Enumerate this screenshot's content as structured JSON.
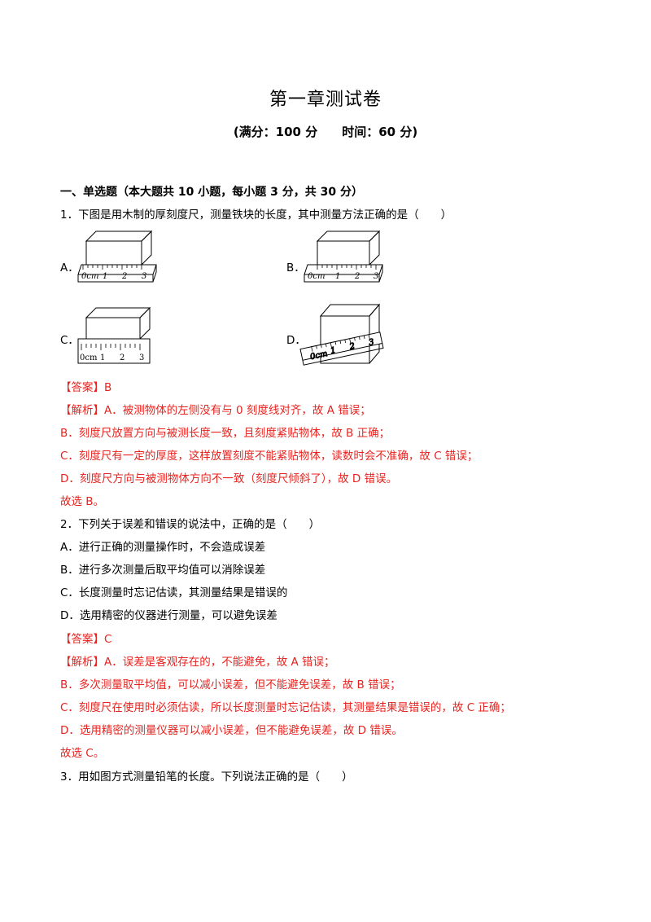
{
  "header": {
    "title": "第一章测试卷",
    "subtitle_score": "(满分：100 分",
    "subtitle_time": "时间：60 分)"
  },
  "section": {
    "title": "一、单选题（本大题共 10 小题，每小题 3 分，共 30 分）"
  },
  "q1": {
    "stem": "1．下图是用木制的厚刻度尺，测量铁块的长度，其中测量方法正确的是（　　）",
    "options": [
      {
        "label": "A．"
      },
      {
        "label": "B．"
      },
      {
        "label": "C．"
      },
      {
        "label": "D．"
      }
    ],
    "ruler_ticks": [
      "0cm",
      "1",
      "2",
      "3"
    ],
    "answer": "【答案】B",
    "analysis": [
      "【解析】A．被测物体的左侧没有与 0 刻度线对齐，故 A 错误；",
      "B．刻度尺放置方向与被测长度一致，且刻度紧贴物体，故 B 正确；",
      "C．刻度尺有一定的厚度，这样放置刻度不能紧贴物体，读数时会不准确，故 C 错误；",
      "D．刻度尺方向与被测物体方向不一致（刻度尺倾斜了），故 D 错误。"
    ],
    "conclusion": "故选 B。"
  },
  "q2": {
    "stem": "2．下列关于误差和错误的说法中，正确的是（　　）",
    "options": [
      "A．进行正确的测量操作时，不会造成误差",
      "B．进行多次测量后取平均值可以消除误差",
      "C．长度测量时忘记估读，其测量结果是错误的",
      "D．选用精密的仪器进行测量，可以避免误差"
    ],
    "answer": "【答案】C",
    "analysis": [
      "【解析】A．误差是客观存在的，不能避免，故 A 错误；",
      "B．多次测量取平均值，可以减小误差，但不能避免误差，故 B 错误；",
      "C．刻度尺在使用时必须估读，所以长度测量时忘记估读，其测量结果是错误的，故 C 正确；",
      "D．选用精密的测量仪器可以减小误差，但不能避免误差，故 D 错误。"
    ],
    "conclusion": "故选 C。"
  },
  "q3": {
    "stem": "3．用如图方式测量铅笔的长度。下列说法正确的是（　　）"
  }
}
